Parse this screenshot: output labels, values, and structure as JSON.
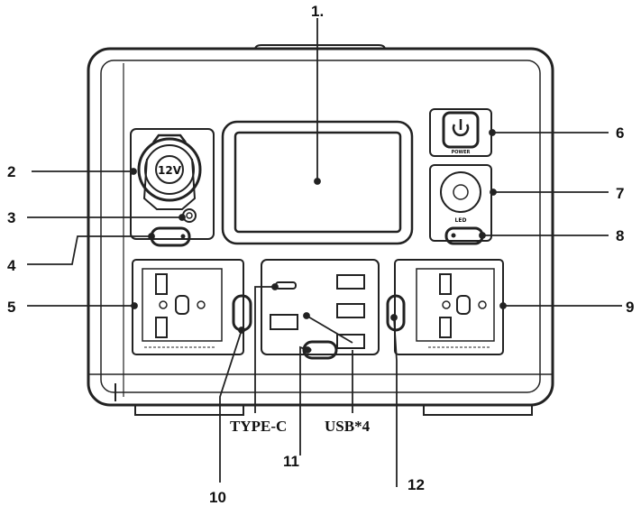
{
  "callouts": {
    "c1": "1.",
    "c2": "2",
    "c3": "3",
    "c4": "4",
    "c5": "5",
    "c6": "6",
    "c7": "7",
    "c8": "8",
    "c9": "9",
    "c10": "10",
    "c11": "11",
    "c12": "12"
  },
  "captions": {
    "type_c": "TYPE-C",
    "usb": "USB*4"
  },
  "device_labels": {
    "car_socket": "12V",
    "power": "POWER",
    "led": "LED"
  },
  "icons": [
    "power-icon",
    "car-socket-icon"
  ]
}
